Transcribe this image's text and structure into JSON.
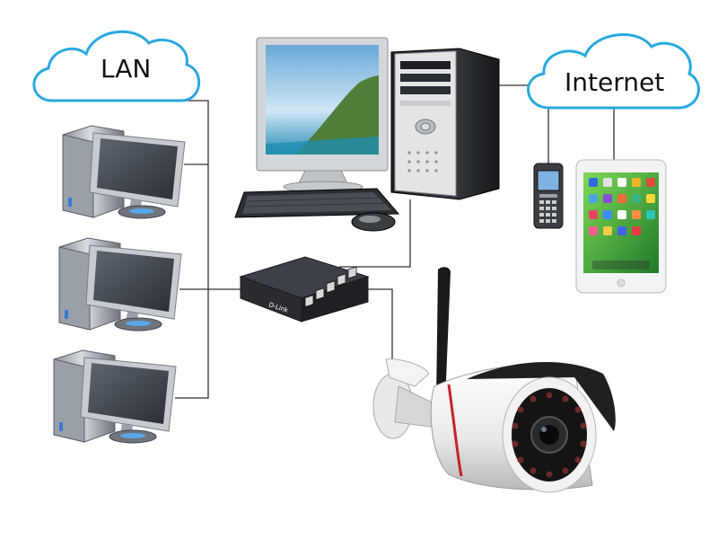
{
  "clouds": {
    "lan_label": "LAN",
    "internet_label": "Internet"
  },
  "switch": {
    "brand": "D-Link"
  },
  "colors": {
    "cloud_stroke": "#29a8e0",
    "wire": "#333333",
    "camera_ring": "#c8202a",
    "tablet_screen": "#3fa83a"
  },
  "icons": [
    "lan-cloud-icon",
    "internet-cloud-icon",
    "lan-pc-icon",
    "desktop-computer-icon",
    "network-switch-icon",
    "mobile-phone-icon",
    "tablet-icon",
    "ip-camera-icon"
  ]
}
